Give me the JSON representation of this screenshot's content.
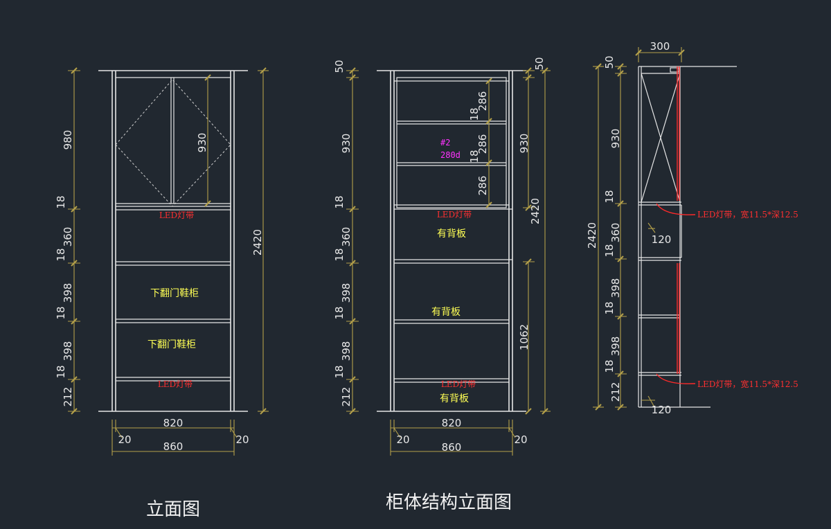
{
  "titles": {
    "elevation": "立面图",
    "structure": "柜体结构立面图"
  },
  "labels": {
    "drop_door_cabinet": "下翻门鞋柜",
    "led_strip": "LED灯带",
    "with_back_panel": "有背板",
    "led_strip_spec": "LED灯带，宽11.5*深12.5",
    "shelf_number": "#2",
    "shelf_depth": "280d"
  },
  "dims": {
    "d980": "980",
    "d930": "930",
    "d18": "18",
    "d360": "360",
    "d398": "398",
    "d212": "212",
    "d2420": "2420",
    "d820": "820",
    "d20": "20",
    "d860": "860",
    "d50": "50",
    "d286": "286",
    "d1062": "1062",
    "d300": "300",
    "d120": "120"
  },
  "colors": {
    "background": "#212830",
    "line": "#e6e6e6",
    "dimension": "#b5a14a",
    "yellow_label": "#ffff55",
    "red_label": "#ff3030",
    "magenta_label": "#ff33ff"
  }
}
